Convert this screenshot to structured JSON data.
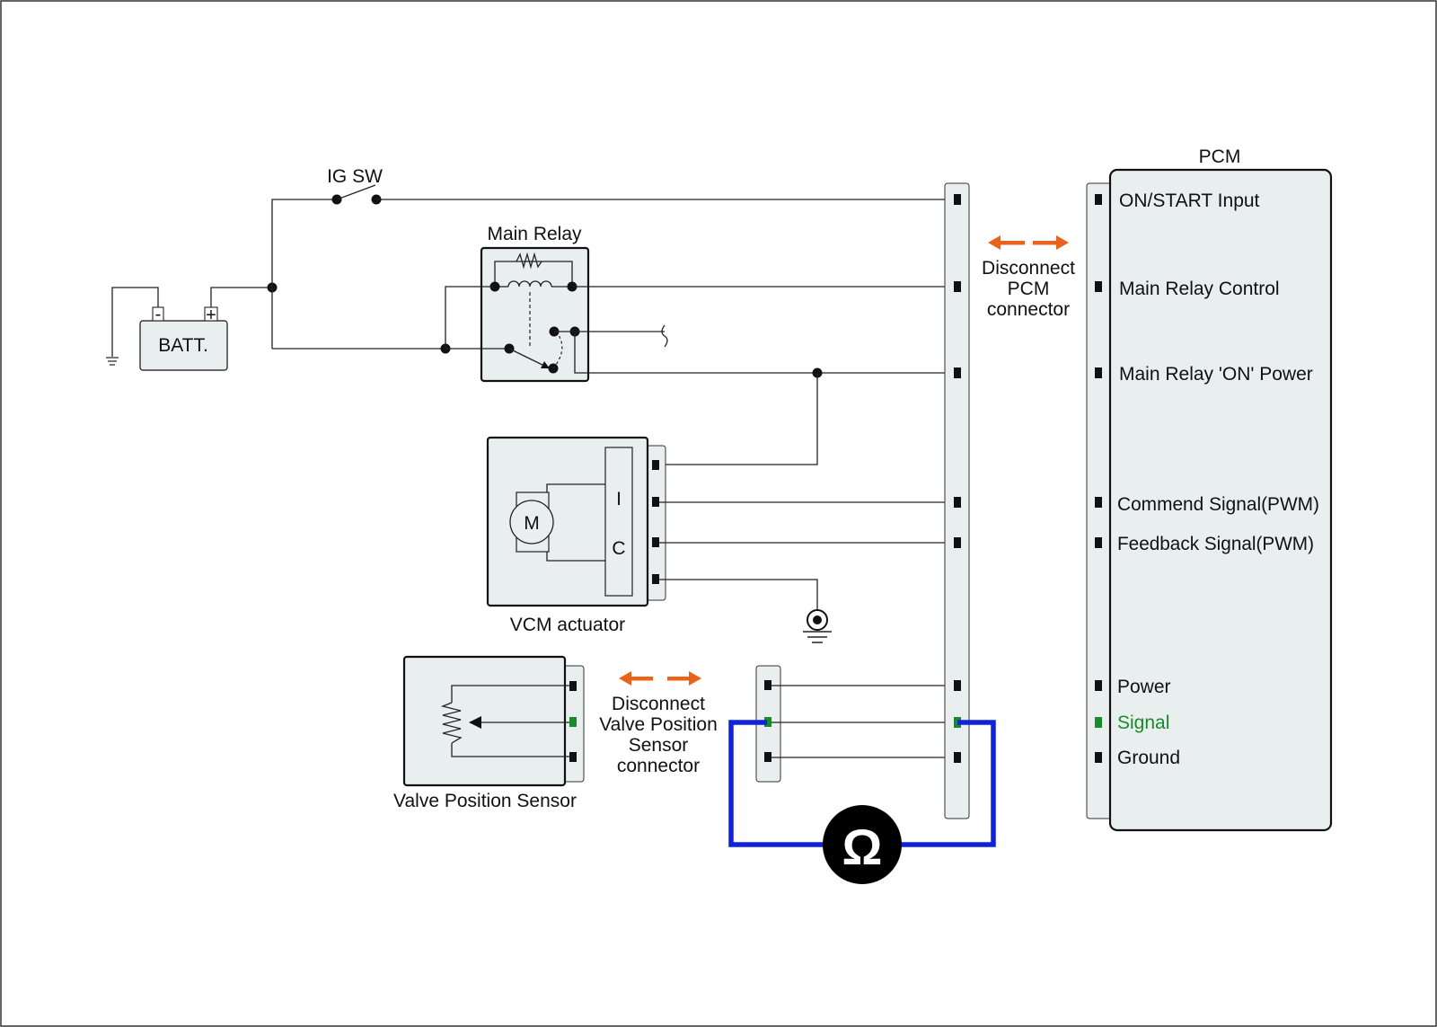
{
  "labels": {
    "ig_sw": "IG SW",
    "main_relay": "Main Relay",
    "battery": "BATT.",
    "battery_minus": "-",
    "battery_plus": "+",
    "vcm_actuator": "VCM actuator",
    "motor": "M",
    "ic_top": "I",
    "ic_bottom": "C",
    "valve_position_sensor": "Valve Position Sensor",
    "pcm": "PCM",
    "ohm_symbol": "Ω"
  },
  "disconnect_pcm": {
    "line1": "Disconnect",
    "line2": "PCM",
    "line3": "connector"
  },
  "disconnect_vps": {
    "line1": "Disconnect",
    "line2": "Valve Position",
    "line3": "Sensor",
    "line4": "connector"
  },
  "pcm_terminals": [
    "ON/START Input",
    "Main Relay Control",
    "Main Relay 'ON' Power",
    "Commend Signal(PWM)",
    "Feedback Signal(PWM)",
    "Power",
    "Signal",
    "Ground"
  ],
  "colors": {
    "arrow": "#e8641c",
    "meter_lead": "#1122dd",
    "signal_pin": "#1a8a2a",
    "signal_text": "#1a8a2a"
  }
}
